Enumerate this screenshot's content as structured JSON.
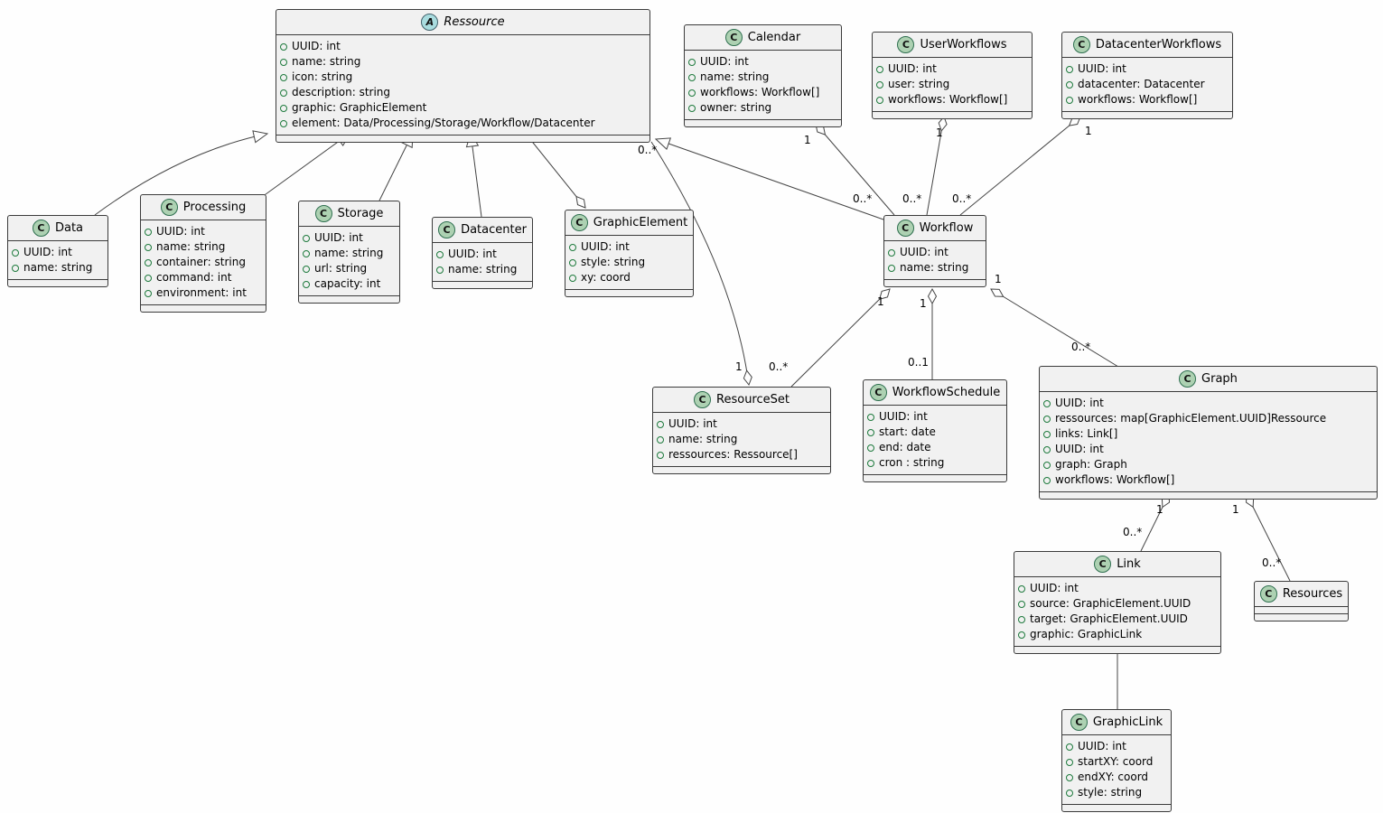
{
  "classes": {
    "ressource": {
      "badge": "A",
      "name": "Ressource",
      "attributes": [
        "UUID: int",
        "name: string",
        "icon: string",
        "description: string",
        "graphic: GraphicElement",
        "element: Data/Processing/Storage/Workflow/Datacenter"
      ]
    },
    "data": {
      "badge": "C",
      "name": "Data",
      "attributes": [
        "UUID: int",
        "name: string"
      ]
    },
    "processing": {
      "badge": "C",
      "name": "Processing",
      "attributes": [
        "UUID: int",
        "name: string",
        "container: string",
        "command: int",
        "environment: int"
      ]
    },
    "storage": {
      "badge": "C",
      "name": "Storage",
      "attributes": [
        "UUID: int",
        "name: string",
        "url: string",
        "capacity: int"
      ]
    },
    "datacenter": {
      "badge": "C",
      "name": "Datacenter",
      "attributes": [
        "UUID: int",
        "name: string"
      ]
    },
    "graphicelement": {
      "badge": "C",
      "name": "GraphicElement",
      "attributes": [
        "UUID: int",
        "style: string",
        "xy: coord"
      ]
    },
    "calendar": {
      "badge": "C",
      "name": "Calendar",
      "attributes": [
        "UUID: int",
        "name: string",
        "workflows: Workflow[]",
        "owner: string"
      ]
    },
    "userworkflows": {
      "badge": "C",
      "name": "UserWorkflows",
      "attributes": [
        "UUID: int",
        "user: string",
        "workflows: Workflow[]"
      ]
    },
    "datacenterworkflows": {
      "badge": "C",
      "name": "DatacenterWorkflows",
      "attributes": [
        "UUID: int",
        "datacenter: Datacenter",
        "workflows: Workflow[]"
      ]
    },
    "workflow": {
      "badge": "C",
      "name": "Workflow",
      "attributes": [
        "UUID: int",
        "name: string"
      ]
    },
    "resourceset": {
      "badge": "C",
      "name": "ResourceSet",
      "attributes": [
        "UUID: int",
        "name: string",
        "ressources: Ressource[]"
      ]
    },
    "workflowschedule": {
      "badge": "C",
      "name": "WorkflowSchedule",
      "attributes": [
        "UUID: int",
        "start: date",
        "end: date",
        "cron : string"
      ]
    },
    "graph": {
      "badge": "C",
      "name": "Graph",
      "attributes": [
        "UUID: int",
        "ressources: map[GraphicElement.UUID]Ressource",
        "links: Link[]",
        "UUID: int",
        "graph: Graph",
        "workflows: Workflow[]"
      ]
    },
    "link": {
      "badge": "C",
      "name": "Link",
      "attributes": [
        "UUID: int",
        "source: GraphicElement.UUID",
        "target: GraphicElement.UUID",
        "graphic: GraphicLink"
      ]
    },
    "resources": {
      "badge": "C",
      "name": "Resources",
      "attributes": []
    },
    "graphiclink": {
      "badge": "C",
      "name": "GraphicLink",
      "attributes": [
        "UUID: int",
        "startXY: coord",
        "endXY: coord",
        "style: string"
      ]
    }
  },
  "multiplicities": {
    "calendar_workflow_calendar_end": "1",
    "calendar_workflow_workflow_end": "0..*",
    "userworkflows_workflow_user_end": "1",
    "userworkflows_workflow_workflow_end": "0..*",
    "datacenterworkflows_workflow_dc_end": "1",
    "datacenterworkflows_workflow_workflow_end": "0..*",
    "ressource_resourceset_ressource_end": "0..*",
    "ressource_resourceset_set_end": "1",
    "workflow_resourceset_workflow_end": "1",
    "workflow_resourceset_set_end": "0..*",
    "workflow_schedule_workflow_end": "1",
    "workflow_schedule_schedule_end": "0..1",
    "workflow_graph_workflow_end": "1",
    "workflow_graph_graph_end": "0..*",
    "graph_link_graph_end": "1",
    "graph_link_link_end": "0..*",
    "graph_resources_graph_end": "1",
    "graph_resources_resources_end": "0..*"
  }
}
